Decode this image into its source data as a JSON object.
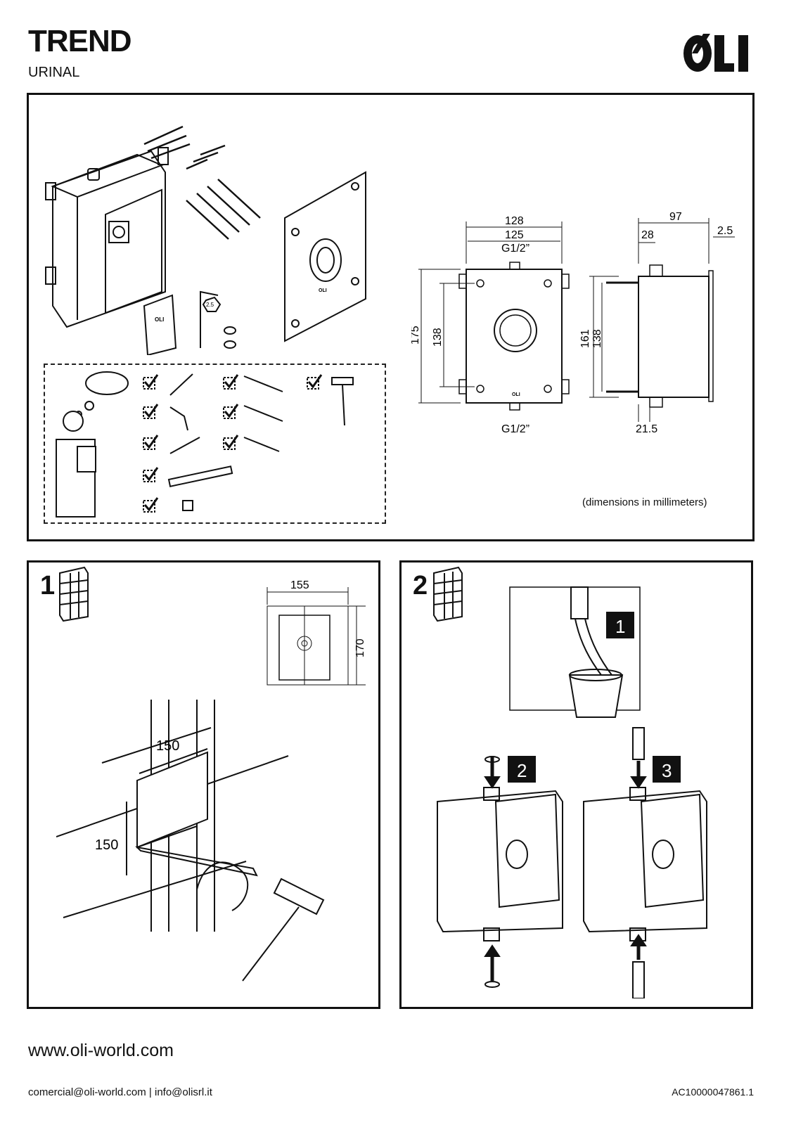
{
  "header": {
    "title": "TREND",
    "subtitle": "URINAL",
    "brand": "OLI"
  },
  "overview": {
    "front_dims": {
      "width_outer": "128",
      "width_inner": "125",
      "top_conn": "G1/2”",
      "height_outer": "175",
      "height_inner": "138",
      "bottom_conn": "G1/2”"
    },
    "side_dims": {
      "depth": "97",
      "offset": "28",
      "plate": "2.5",
      "height_outer": "161",
      "height_inner": "138",
      "bottom_offset": "21.5"
    },
    "box_logo": "OLI",
    "manual_logo": "OLI",
    "plate_logo": "OLI",
    "hex_key_size": "2.5",
    "units_note": "(dimensions in millimeters)"
  },
  "step1": {
    "number": "1",
    "width": "155",
    "height": "170",
    "niche_w": "150",
    "niche_h": "150"
  },
  "step2": {
    "number": "2",
    "sub_labels": [
      "1",
      "2",
      "3"
    ]
  },
  "footer": {
    "website": "www.oli-world.com",
    "contacts": "comercial@oli-world.com | info@olisrl.it",
    "code": "AC10000047861.1"
  },
  "colors": {
    "ink": "#111111",
    "label_box": "#111111",
    "background": "#ffffff"
  }
}
